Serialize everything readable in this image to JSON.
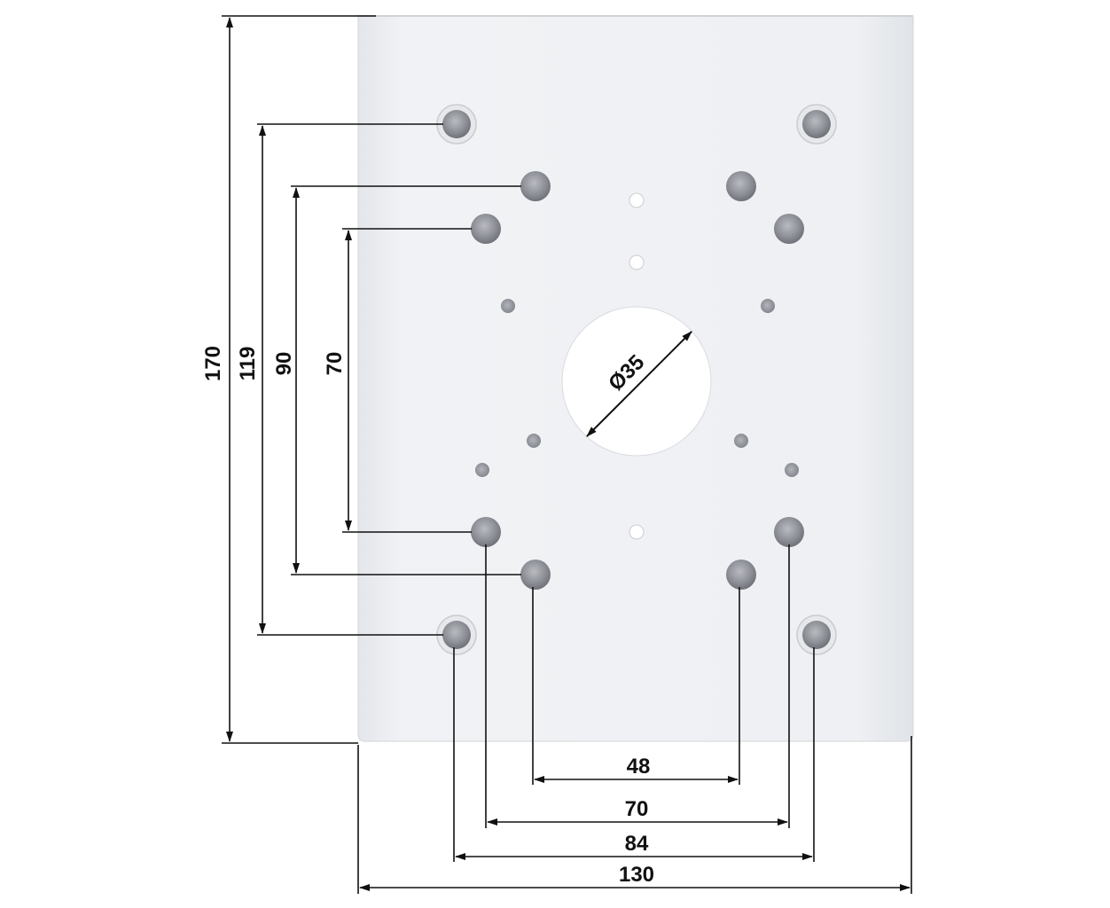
{
  "diagram": {
    "vertical_dimensions": {
      "overall_height": "170",
      "outer_holes": "119",
      "mid_holes": "90",
      "inner_holes": "70"
    },
    "horizontal_dimensions": {
      "hole_48": "48",
      "hole_70": "70",
      "hole_84": "84",
      "overall_width": "130"
    },
    "center_hole_diameter": "Ø35",
    "colors": {
      "plate": "#eceef1",
      "line": "#111111",
      "hole": "#9a9ca2"
    }
  }
}
